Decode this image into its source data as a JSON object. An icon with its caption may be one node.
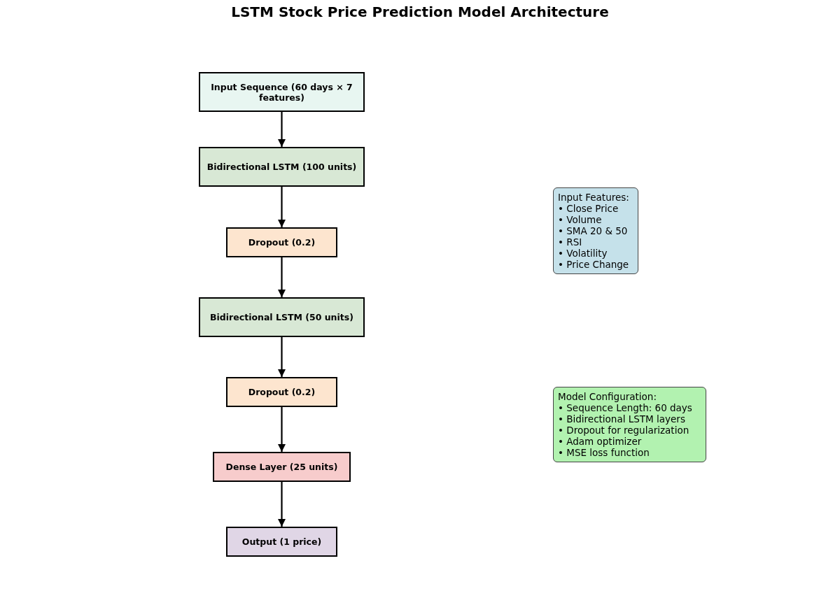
{
  "diagram": {
    "title": "LSTM Stock Price Prediction Model Architecture",
    "nodes": [
      {
        "text": [
          "Input Sequence (60 days × 7 features)"
        ]
      },
      {
        "text": [
          "Bidirectional LSTM (100 units)"
        ]
      },
      {
        "text": [
          "Dropout (0.2)"
        ]
      },
      {
        "text": [
          "Bidirectional LSTM (50 units)"
        ]
      },
      {
        "text": [
          "Dropout (0.2)"
        ]
      },
      {
        "text": [
          "Dense Layer (25 units)"
        ]
      },
      {
        "text": [
          "Output (1 price)"
        ]
      },
      {
        "text": [
          "Input Features:",
          "• Close Price",
          "• Volume",
          "• SMA 20 & 50",
          "• RSI",
          "• Volatility",
          "• Price Change"
        ]
      },
      {
        "text": [
          "Model Configuration:",
          "• Sequence Length: 60 days",
          "• Bidirectional LSTM layers",
          "• Dropout for regularization",
          "• Adam optimizer",
          "• MSE loss function"
        ]
      }
    ],
    "edges": [
      {
        "from": 0,
        "to": 1,
        "arrow": "to"
      },
      {
        "from": 1,
        "to": 2,
        "arrow": "to"
      },
      {
        "from": 2,
        "to": 3,
        "arrow": "to"
      },
      {
        "from": 3,
        "to": 4,
        "arrow": "to"
      },
      {
        "from": 4,
        "to": 5,
        "arrow": "to"
      },
      {
        "from": 5,
        "to": 6,
        "arrow": "to"
      }
    ]
  }
}
